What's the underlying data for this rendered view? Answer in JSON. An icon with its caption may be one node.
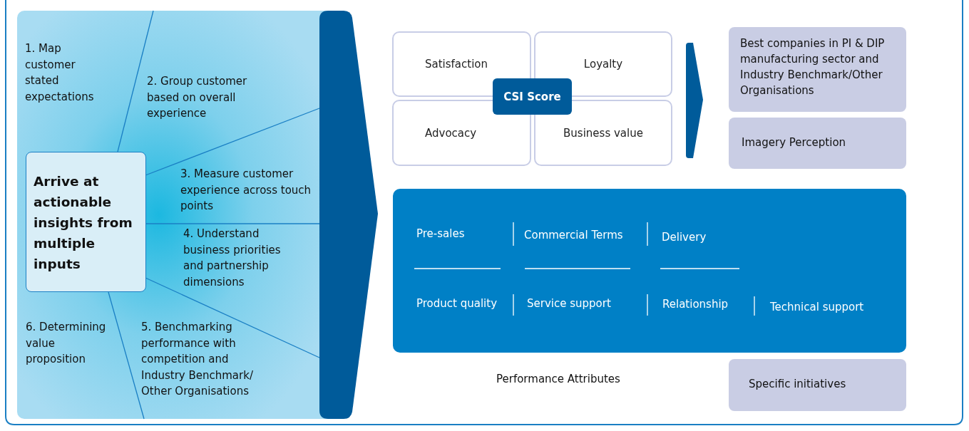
{
  "diagram": {
    "nodes": [
      {
        "text": [
          "Arrive at actionable insights from multiple inputs"
        ]
      },
      {
        "text": [
          "Satisfaction"
        ]
      },
      {
        "text": [
          "Loyalty"
        ]
      },
      {
        "text": [
          "Advocacy"
        ]
      },
      {
        "text": [
          "Business value"
        ]
      },
      {
        "text": [
          "CSI Score"
        ]
      },
      {
        "text": [
          "Best companies in PI & DIP manufacturing sector and Industry Benchmark/Other Organisations"
        ]
      },
      {
        "text": [
          "Imagery Perception"
        ]
      },
      {
        "text": [
          "Pre-sales",
          "Commercial Terms",
          "Delivery",
          "Product quality",
          "Service support",
          "Relationship",
          "Technical support"
        ],
        "beside": [
          "Performance Attributes"
        ]
      },
      {
        "text": [
          "Specific initiatives"
        ]
      },
      {
        "text": [],
        "shape": "chevron"
      },
      {
        "text": [],
        "shape": "chevron"
      }
    ],
    "labels": [
      "1. Map customer stated expectations",
      "2. Group customer based on overall experience",
      "3. Measure customer experience across touch points",
      "4. Understand business priorities and partnership dimensions",
      "5. Benchmarking performance with competition and Industry Benchmark/ Other Organisations",
      "6. Determining value proposition"
    ]
  }
}
